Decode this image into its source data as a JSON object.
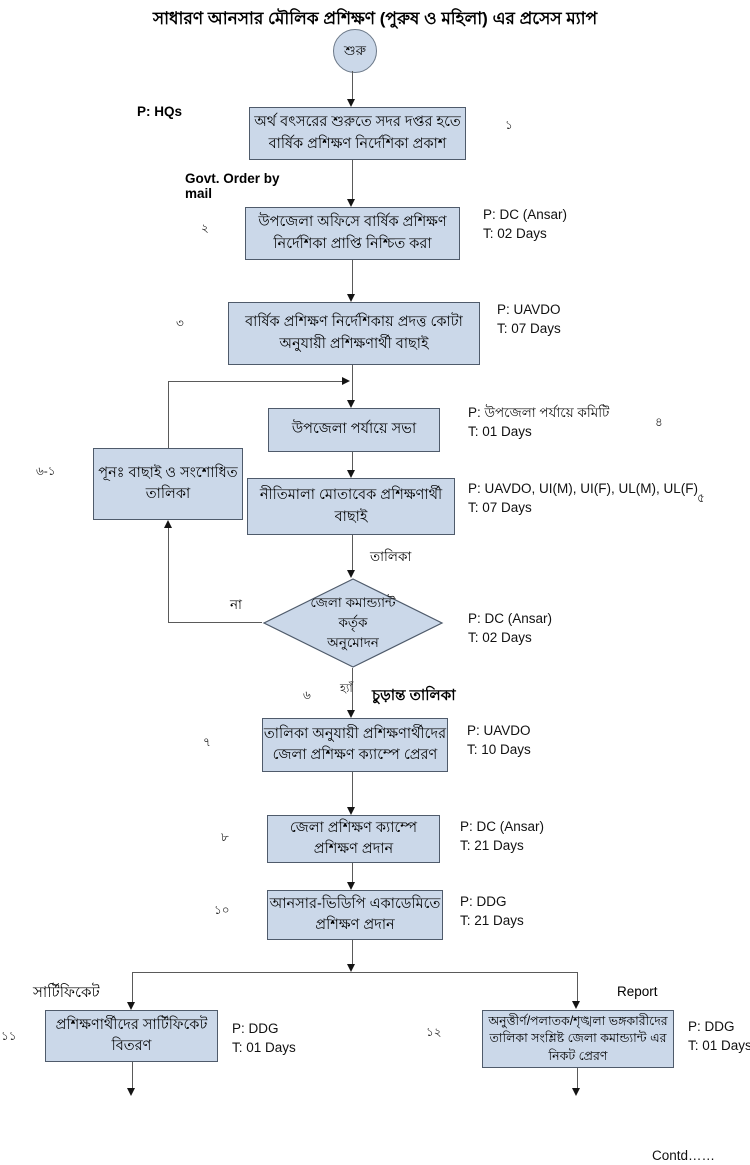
{
  "page": {
    "title": "সাধারণ আনসার মৌলিক প্রশিক্ষণ (পুরুষ ও মহিলা) এর প্রসেস ম্যাপ",
    "contd": "Contd……"
  },
  "colors": {
    "box_fill": "#cbd8e9",
    "box_border": "#4f5b6b",
    "line": "#5a5a5a"
  },
  "flow": {
    "start": "শুরু",
    "mail_note": "Govt. Order by\nmail",
    "n1": {
      "num": "১",
      "actor": "P: HQs",
      "text": "অর্থ বৎসরের শুরুতে সদর দপ্তর হতে\nবার্ষিক প্রশিক্ষণ নির্দেশিকা প্রকাশ"
    },
    "n2": {
      "num": "২",
      "text": "উপজেলা অফিসে বার্ষিক প্রশিক্ষণ\nনির্দেশিকা প্রাপ্তি নিশ্চিত করা",
      "p": "P: DC (Ansar)",
      "t": "T: 02 Days"
    },
    "n3": {
      "num": "৩",
      "text": "বার্ষিক প্রশিক্ষণ নির্দেশিকায় প্রদত্ত কোটা\nঅনুযায়ী প্রশিক্ষণার্থী বাছাই",
      "p": "P: UAVDO",
      "t": "T: 07 Days"
    },
    "n4": {
      "num": "৪",
      "text": "উপজেলা পর্যায়ে সভা",
      "p": "P: উপজেলা পর্যায়ে কমিটি",
      "t": "T: 01 Days"
    },
    "n61": {
      "num": "৬-১",
      "text": "পূনঃ  বাছাই ও সংশোধিত\nতালিকা"
    },
    "n5": {
      "num": "৫",
      "text": "নীতিমালা মোতাবেক প্রশিক্ষণার্থী\nবাছাই",
      "p": "P: UAVDO, UI(M), UI(F), UL(M), UL(F)",
      "t": "T: 07 Days"
    },
    "list_label": "তালিকা",
    "decision": {
      "num": "৬",
      "text": "জেলা কমান্ড্যান্ট\nকর্তৃক\nঅনুমোদন",
      "p": "P: DC (Ansar)",
      "t": "T: 02 Days",
      "no": "না",
      "yes": "হ্যাঁ",
      "final_label": "চুড়ান্ত তালিকা"
    },
    "n7": {
      "num": "৭",
      "text": "তালিকা অনুযায়ী প্রশিক্ষণার্থীদের\nজেলা প্রশিক্ষণ ক্যাম্পে প্রেরণ",
      "p": "P: UAVDO",
      "t": "T: 10 Days"
    },
    "n8": {
      "num": "৮",
      "text": "জেলা প্রশিক্ষণ ক্যাম্পে\nপ্রশিক্ষণ প্রদান",
      "p": "P: DC (Ansar)",
      "t": "T: 21 Days"
    },
    "n10": {
      "num": "১০",
      "text": "আনসার-ভিডিপি একাডেমিতে\nপ্রশিক্ষণ প্রদান",
      "p": "P: DDG",
      "t": "T: 21 Days"
    },
    "cert_label": "সার্টিফিকেট",
    "report_label": "Report",
    "n11": {
      "num": "১১",
      "text": "প্রশিক্ষণার্থীদের  সার্টিফিকেট\nবিতরণ",
      "p": "P: DDG",
      "t": "T: 01 Days"
    },
    "n12": {
      "num": "১২",
      "text": "অনুত্তীর্ণ/পলাতক/শৃঙ্খলা ভঙ্গকারীদের\nতালিকা সংশ্লিষ্ট  জেলা কমান্ড্যান্ট এর\nনিকট প্রেরণ",
      "p": "P: DDG",
      "t": "T: 01 Days"
    }
  }
}
